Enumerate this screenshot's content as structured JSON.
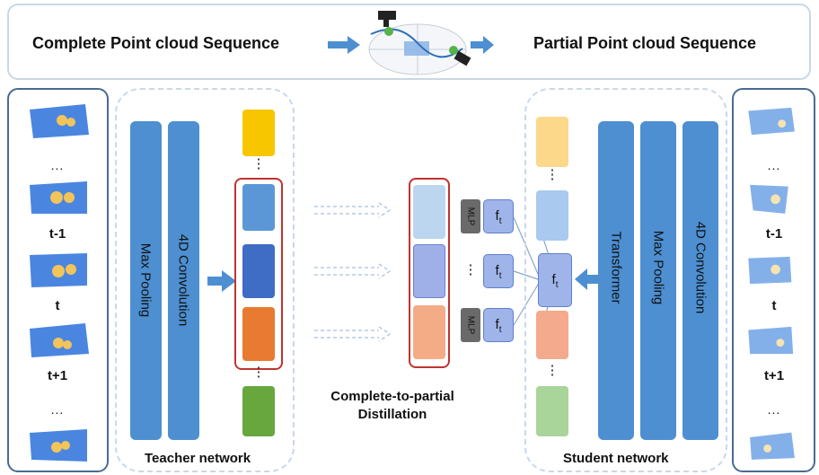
{
  "header": {
    "left_label": "Complete Point cloud Sequence",
    "right_label": "Partial Point cloud Sequence"
  },
  "left_sequence": {
    "labels": [
      "...",
      "t-1",
      "t",
      "t+1",
      "..."
    ]
  },
  "right_sequence": {
    "labels": [
      "...",
      "t-1",
      "t",
      "t+1",
      "..."
    ]
  },
  "teacher": {
    "layers": [
      "Max Pooling",
      "4D Convolution"
    ],
    "caption": "Teacher network",
    "feature_colors": [
      "#f7c600",
      "#5b97d6",
      "#3f6cc4",
      "#e97a32",
      "#67a73e"
    ]
  },
  "distillation": {
    "caption_line1": "Complete-to-partial",
    "caption_line2": "Distillation",
    "mlp_label": "MLP",
    "f_label": "f",
    "f_sub": "t",
    "mid_dots": "⋮"
  },
  "student": {
    "layers": [
      "Transformer",
      "Max Pooling",
      "4D Convolution"
    ],
    "caption": "Student network",
    "feature_colors": [
      "#fbd88a",
      "#a9c9ee",
      "#f4aa8c",
      "#a9d49a"
    ]
  },
  "colors": {
    "accent_blue": "#4d8fd1",
    "side_border": "#4a6a93",
    "red_border": "#c0332f"
  }
}
